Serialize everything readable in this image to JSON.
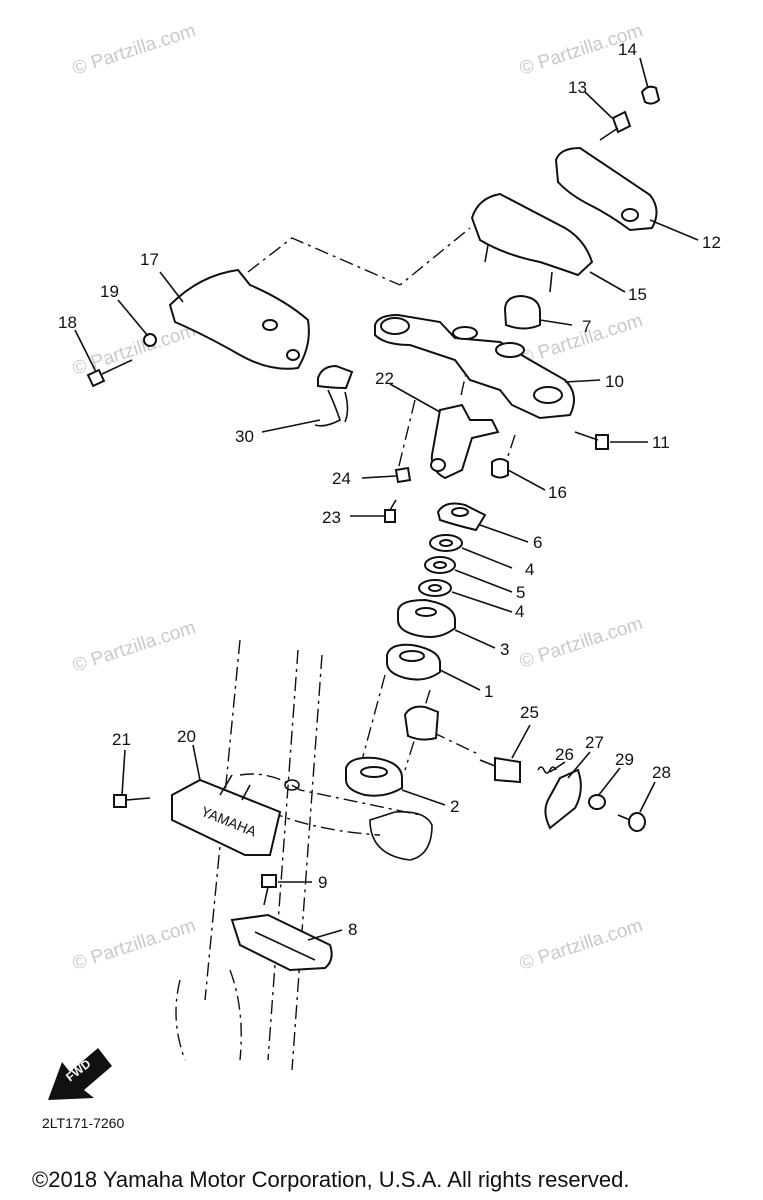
{
  "watermark": "© Partzilla.com",
  "diagram_code": "2LT171-7260",
  "copyright": "©2018  Yamaha Motor Corporation, U.S.A. All rights reserved.",
  "fwd_label": "FWD",
  "emblem_text": "YAMAHA",
  "callouts": [
    "1",
    "2",
    "3",
    "4",
    "4",
    "5",
    "6",
    "7",
    "8",
    "9",
    "10",
    "11",
    "12",
    "13",
    "14",
    "15",
    "16",
    "17",
    "18",
    "19",
    "20",
    "21",
    "22",
    "23",
    "24",
    "25",
    "26",
    "27",
    "28",
    "29",
    "30"
  ]
}
